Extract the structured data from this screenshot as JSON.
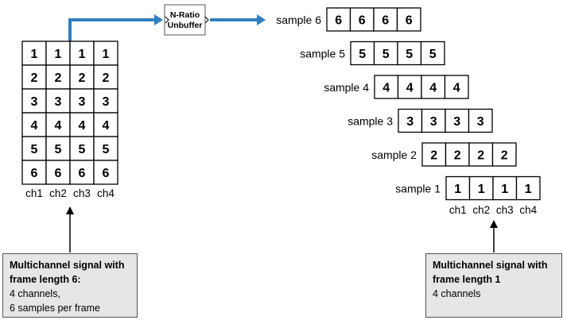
{
  "block": {
    "line1": "N-Ratio",
    "line2": "Unbuffer"
  },
  "input_frame": {
    "rows": [
      [
        "1",
        "1",
        "1",
        "1"
      ],
      [
        "2",
        "2",
        "2",
        "2"
      ],
      [
        "3",
        "3",
        "3",
        "3"
      ],
      [
        "4",
        "4",
        "4",
        "4"
      ],
      [
        "5",
        "5",
        "5",
        "5"
      ],
      [
        "6",
        "6",
        "6",
        "6"
      ]
    ],
    "channels": [
      "ch1",
      "ch2",
      "ch3",
      "ch4"
    ]
  },
  "output_samples": [
    {
      "label": "sample 6",
      "values": [
        "6",
        "6",
        "6",
        "6"
      ]
    },
    {
      "label": "sample 5",
      "values": [
        "5",
        "5",
        "5",
        "5"
      ]
    },
    {
      "label": "sample 4",
      "values": [
        "4",
        "4",
        "4",
        "4"
      ]
    },
    {
      "label": "sample 3",
      "values": [
        "3",
        "3",
        "3",
        "3"
      ]
    },
    {
      "label": "sample 2",
      "values": [
        "2",
        "2",
        "2",
        "2"
      ]
    },
    {
      "label": "sample 1",
      "values": [
        "1",
        "1",
        "1",
        "1"
      ]
    }
  ],
  "output_channels": [
    "ch1",
    "ch2",
    "ch3",
    "ch4"
  ],
  "notes": {
    "left": {
      "title": "Multichannel signal with frame length 6:",
      "lines": [
        "4 channels,",
        "6 samples per frame"
      ]
    },
    "right": {
      "title": "Multichannel signal with frame length 1",
      "lines": [
        "4 channels"
      ]
    }
  },
  "colors": {
    "signal_line": "#2f7fc1",
    "arrow": "#000000",
    "note_bg": "#e6e6e6"
  }
}
